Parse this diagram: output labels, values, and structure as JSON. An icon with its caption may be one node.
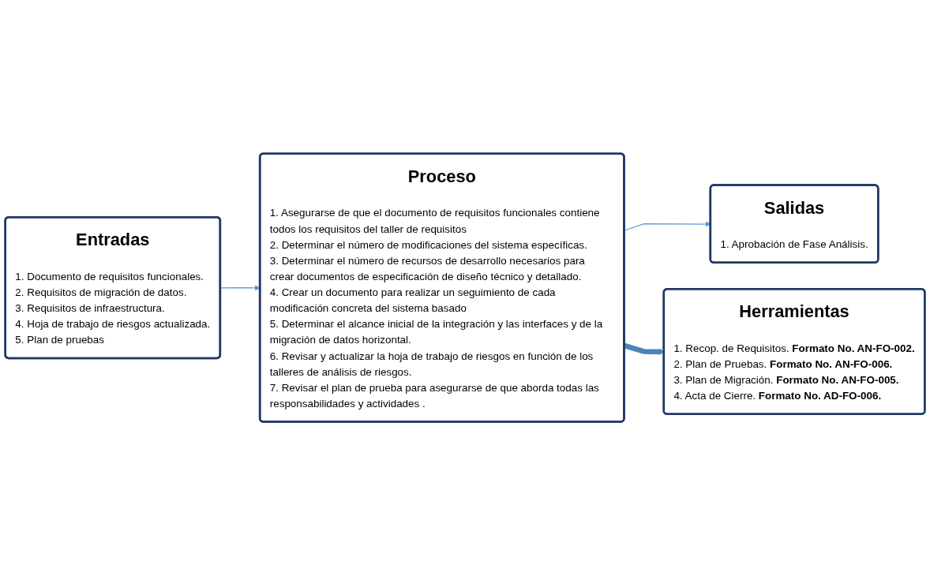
{
  "diagram": {
    "nodes": [
      {
        "text": [
          "Entradas",
          "1. Documento de requisitos funcionales.",
          "2. Requisitos de migración de datos.",
          "3. Requisitos de infraestructura.",
          "4. Hoja de trabajo de riesgos actualizada.",
          "5. Plan de pruebas"
        ]
      },
      {
        "text": [
          "Proceso",
          "1. Asegurarse de que el documento de requisitos funcionales contiene todos los requisitos del taller de requisitos",
          "2. Determinar el número de modificaciones del sistema específicas.",
          "3. Determinar el número de recursos de desarrollo necesarios para crear documentos de especificación de diseño técnico y detallado.",
          "4. Crear un documento para realizar un seguimiento de cada modificación concreta del sistema basado",
          "5. Determinar el alcance inicial de la integración y las interfaces y de la migración de datos horizontal.",
          "6. Revisar y actualizar la hoja de trabajo de riesgos en función de los talleres de análisis de riesgos.",
          "7. Revisar el plan de prueba para asegurarse de que aborda todas las responsabilidades y actividades ."
        ]
      },
      {
        "text": [
          "Salidas",
          "1. Aprobación de Fase Análisis."
        ]
      },
      {
        "text": [
          "Herramientas",
          "1. Recop. de Requisitos. **Formato No. AN-FO-002.**",
          "2. Plan de Pruebas. **Formato No. AN-FO-006.**",
          "3. Plan de Migración. **Formato No. AN-FO-005.**",
          "4. Acta de Cierre. **Formato No. AD-FO-006.**"
        ]
      }
    ],
    "edges": [
      {
        "from": 0,
        "to": 1,
        "arrow": "to"
      },
      {
        "from": 1,
        "to": 2,
        "arrow": "to"
      },
      {
        "from": 1,
        "to": 3,
        "arrow": "to",
        "style": "thick",
        "color": "#4f81bd"
      }
    ]
  }
}
